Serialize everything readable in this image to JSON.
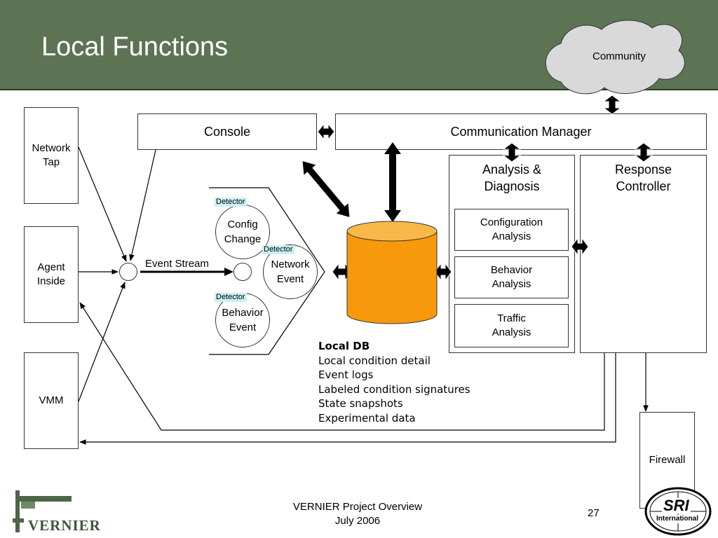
{
  "slide": {
    "title": "Local Functions",
    "colors": {
      "header_bg": "#5d7454",
      "database_fill": "#f7990b",
      "detector_tag_bg": "#c8f0f5",
      "cloud_fill": "#d9d9d9"
    }
  },
  "cloud": {
    "label": "Community"
  },
  "sources": {
    "network_tap": [
      "Network",
      "Tap"
    ],
    "agent_inside": [
      "Agent",
      "Inside"
    ],
    "vmm": "VMM"
  },
  "console": {
    "label": "Console"
  },
  "communication_manager": {
    "label": "Communication Manager"
  },
  "event_stream": {
    "label": "Event Stream"
  },
  "detectors": {
    "tag": "Detector",
    "config_change": [
      "Config",
      "Change"
    ],
    "network_event": [
      "Network",
      "Event"
    ],
    "behavior_event": [
      "Behavior",
      "Event"
    ]
  },
  "analysis_diagnosis": {
    "title": [
      "Analysis &",
      "Diagnosis"
    ],
    "configuration": [
      "Configuration",
      "Analysis"
    ],
    "behavior": [
      "Behavior",
      "Analysis"
    ],
    "traffic": [
      "Traffic",
      "Analysis"
    ]
  },
  "response_controller": {
    "title": [
      "Response",
      "Controller"
    ]
  },
  "firewall": {
    "label": "Firewall"
  },
  "local_db": {
    "title": "Local DB",
    "items": [
      "Local condition detail",
      "Event logs",
      "Labeled condition signatures",
      "State snapshots",
      "Experimental data"
    ]
  },
  "footer": {
    "project": "VERNIER Project Overview",
    "date": "July 2006",
    "page": "27",
    "logo_left": "VERNIER",
    "logo_right": [
      "SRI",
      "International"
    ]
  }
}
